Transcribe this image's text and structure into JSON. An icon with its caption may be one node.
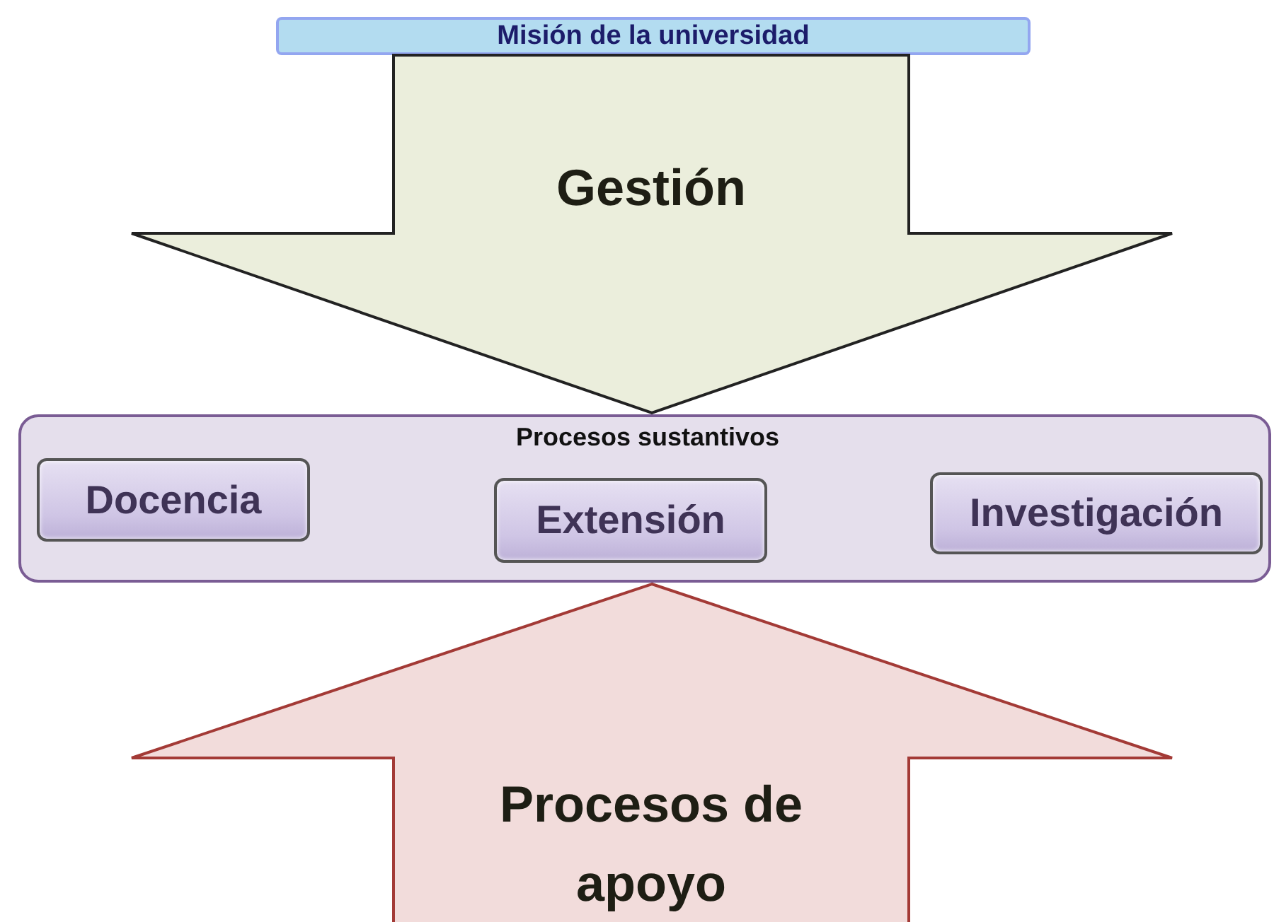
{
  "diagram": {
    "nodes": [
      {
        "text": [
          "Misión de la universidad"
        ]
      },
      {
        "text": [
          "Gestión"
        ]
      },
      {
        "text": [
          "Procesos sustantivos"
        ]
      },
      {
        "text": [
          "Docencia"
        ],
        "in": 2
      },
      {
        "text": [
          "Extensión"
        ],
        "in": 2
      },
      {
        "text": [
          "Investigación"
        ],
        "in": 2
      },
      {
        "text": [
          "Procesos de apoyo"
        ]
      }
    ]
  }
}
